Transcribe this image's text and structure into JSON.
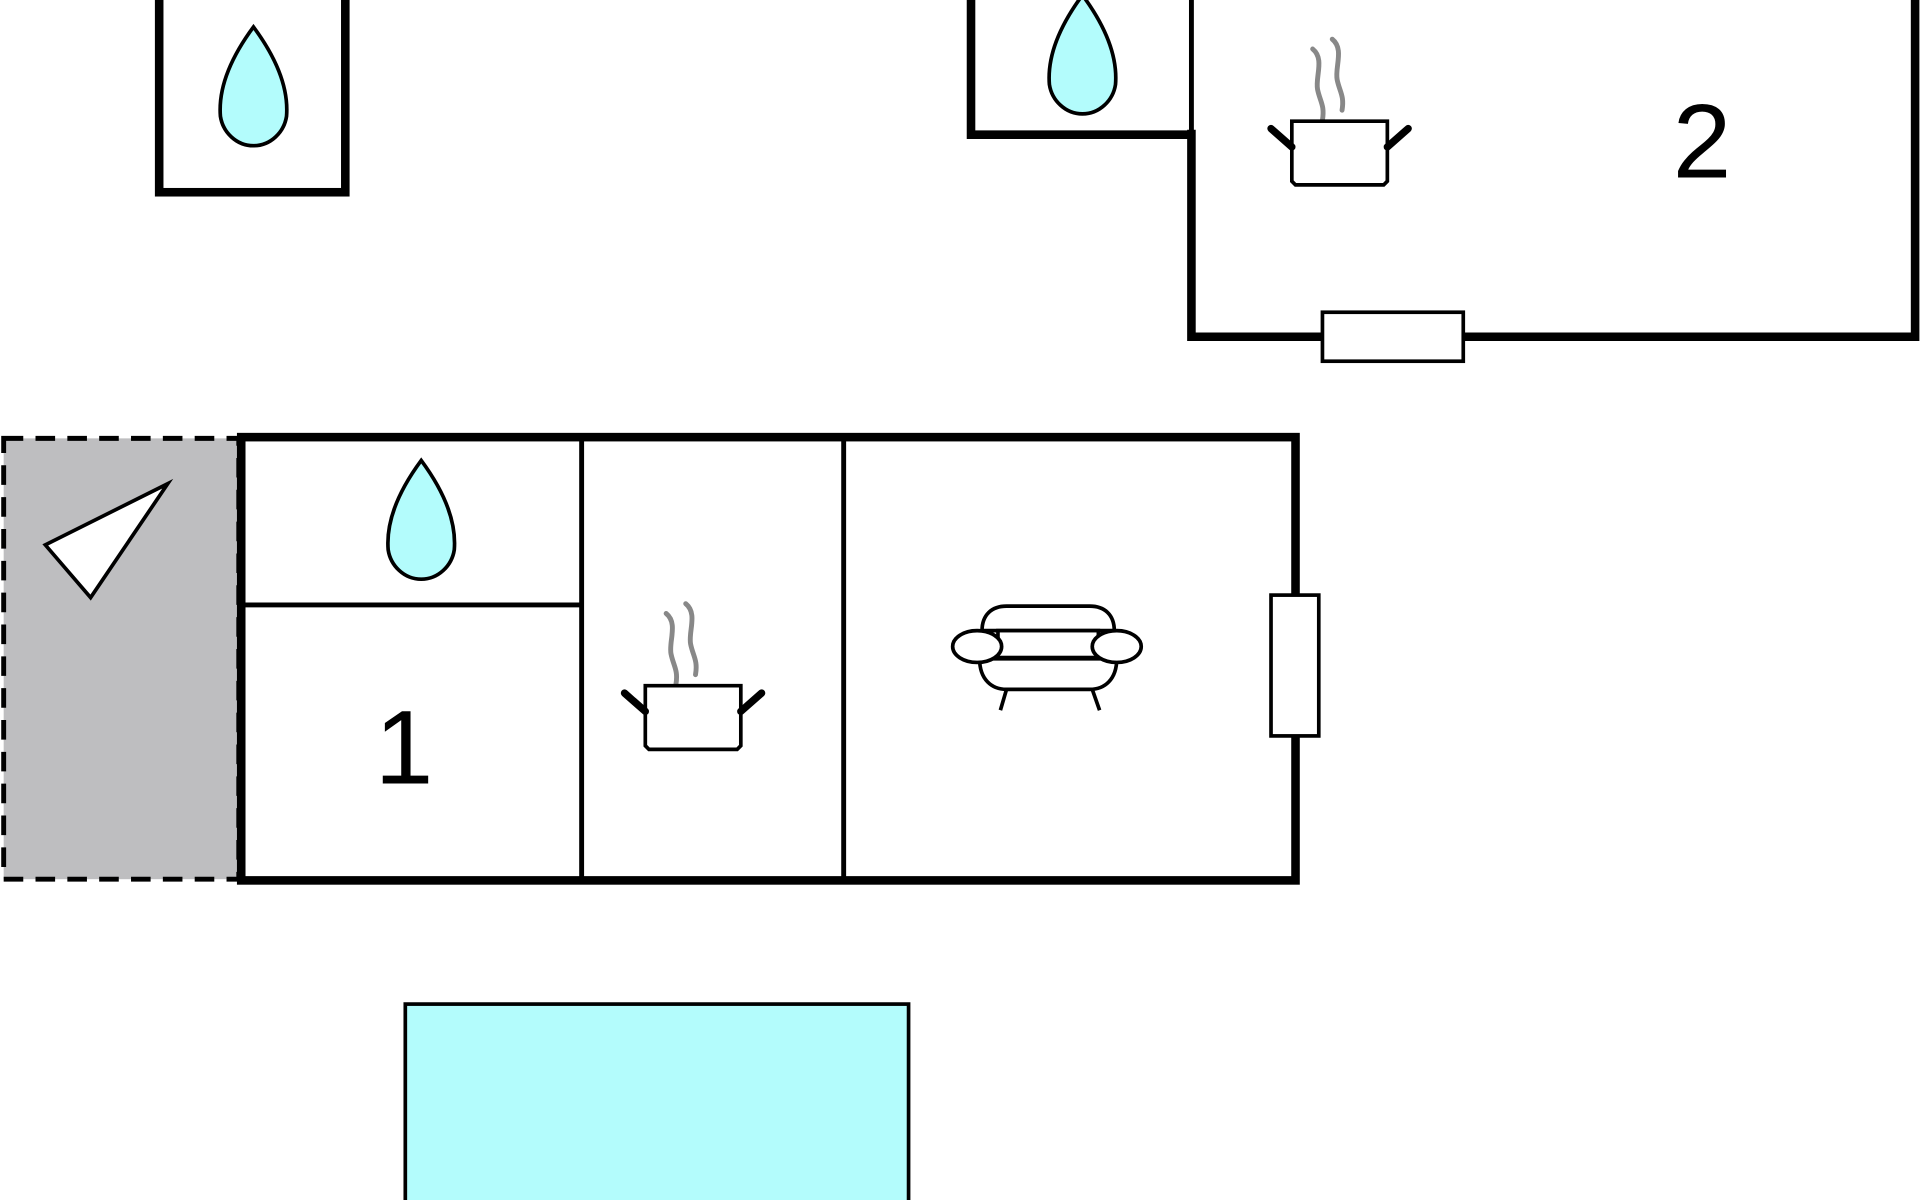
{
  "floorplan": {
    "rooms": [
      {
        "label": "1",
        "type": "bedroom"
      },
      {
        "label": "2",
        "type": "bedroom"
      }
    ],
    "icons": [
      "water-drop-icon",
      "cooking-pot-icon",
      "sofa-icon",
      "compass-arrow-icon"
    ],
    "colors": {
      "water": "#b3fcfc",
      "terrace": "#bebec0",
      "steam": "#888888",
      "wall": "#000000"
    }
  }
}
